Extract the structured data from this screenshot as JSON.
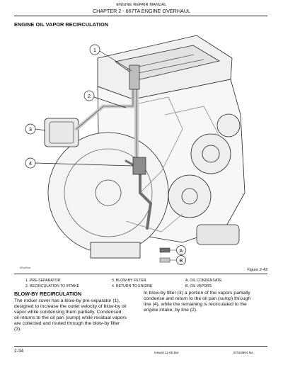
{
  "header": {
    "manual_title": "ENGINE REPAIR MANUAL",
    "chapter_title": "CHAPTER 2 - 667TA ENGINE OVERHAUL"
  },
  "section": {
    "title": "ENGINE OIL VAPOR RECIRCULATION"
  },
  "figure": {
    "callouts": [
      "1",
      "2",
      "3",
      "4"
    ],
    "key_letters": [
      "A",
      "B"
    ],
    "image_code": "8SzoRoa",
    "caption": "Figure 2-43"
  },
  "legend": {
    "col1": [
      "1.  PRE-SEPARATOR",
      "2.  RECIRCULATION TO INTAKE"
    ],
    "col2": [
      "3.  BLOW-BY FILTER",
      "4.  RETURN TO ENGINE"
    ],
    "col3": [
      "A.  OIL CONDENSATE",
      "B.  OIL VAPORS"
    ]
  },
  "blowby": {
    "title": "BLOW-BY RECIRCULATION",
    "left_lines": [
      "The rocker cover has a blow-by pre-separator (1),",
      "designed to increase the outlet velocity of blow-by oil",
      "vapor while condensing them partially. Condensed",
      "oil returns to the oil pan (sump) while residual vapors",
      "are collected and routed through the blow-by filter",
      "(3)."
    ],
    "right_lines": [
      "In blow-by filter (3) a portion of the vapors partially",
      "condense and return to the oil pan (sump) through",
      "line (4), while the remaining is recirculated to the",
      "engine intake, by line (2)."
    ]
  },
  "footer": {
    "page": "2-34",
    "issue": "Issued 11-06     Bur",
    "code": "87518904 NA"
  },
  "colors": {
    "condensate": "#6e6e6e",
    "vapor": "#c9c9c9"
  }
}
